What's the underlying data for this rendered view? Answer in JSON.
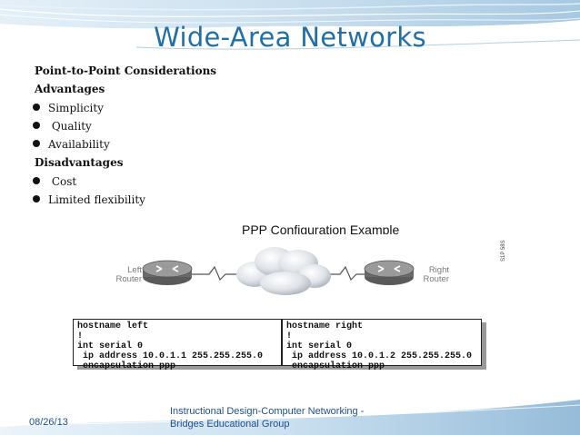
{
  "title": "Wide-Area Networks",
  "lines": [
    {
      "text": "Point-to-Point Considerations",
      "bold": true,
      "bullet": false
    },
    {
      "text": "Advantages",
      "bold": true,
      "bullet": false
    },
    {
      "text": "Simplicity",
      "bold": false,
      "bullet": true
    },
    {
      "text": " Quality",
      "bold": false,
      "bullet": true
    },
    {
      "text": "Availability",
      "bold": false,
      "bullet": true
    },
    {
      "text": "Disadvantages",
      "bold": true,
      "bullet": false
    },
    {
      "text": " Cost",
      "bold": false,
      "bullet": true
    },
    {
      "text": "Limited flexibility",
      "bold": false,
      "bullet": true
    }
  ],
  "figure": {
    "caption": "PPP Configuration Example",
    "left_router": {
      "line1": "Left",
      "line2": "Router"
    },
    "right_router": {
      "line1": "Right",
      "line2": "Router"
    },
    "figure_id": "S1P 58S",
    "left_config": "hostname left\n!\nint serial 0\n ip address 10.0.1.1 255.255.255.0\n encapsulation ppp",
    "right_config": "hostname right\n!\nint serial 0\n ip address 10.0.1.2 255.255.255.0\n encapsulation ppp"
  },
  "footer": {
    "date": "08/26/13",
    "line1": "Instructional Design-Computer Networking -",
    "line2": "Bridges Educational Group"
  },
  "colors": {
    "title": "#1f6fa8",
    "footer_text": "#1e4f8f",
    "band": "#1f6fa8"
  },
  "icons": [
    "router-icon",
    "cloud-icon",
    "bullet-icon"
  ]
}
